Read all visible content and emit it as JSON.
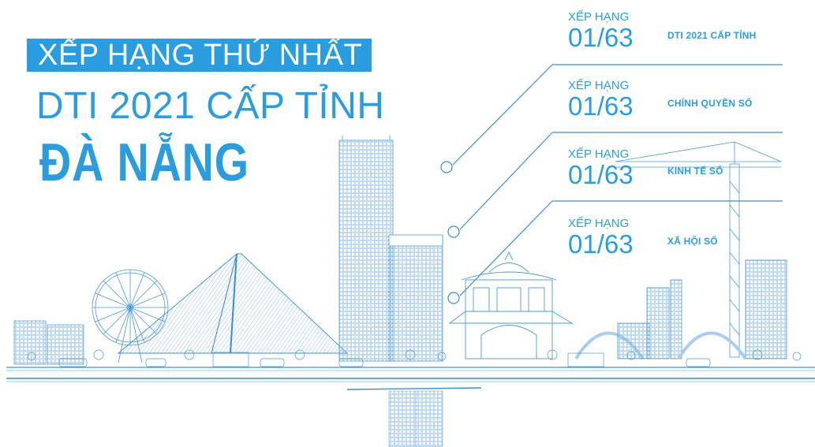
{
  "header": {
    "banner": "XẾP HẠNG THỨ NHẤT",
    "subtitle": "DTI 2021 CẤP TỈNH",
    "city": "ĐÀ NẴNG"
  },
  "rankings": [
    {
      "label": "XẾP HẠNG",
      "value": "01/63",
      "category": "DTI 2021 CẤP TỈNH"
    },
    {
      "label": "XẾP HẠNG",
      "value": "01/63",
      "category": "CHÍNH QUYỀN SỐ"
    },
    {
      "label": "XẾP HẠNG",
      "value": "01/63",
      "category": "KINH TẾ SỐ"
    },
    {
      "label": "XẾP HẠNG",
      "value": "01/63",
      "category": "XÃ HỘI SỐ"
    }
  ],
  "colors": {
    "accent": "#2a9de0",
    "line": "#3a8fd0",
    "background": "#ffffff"
  }
}
